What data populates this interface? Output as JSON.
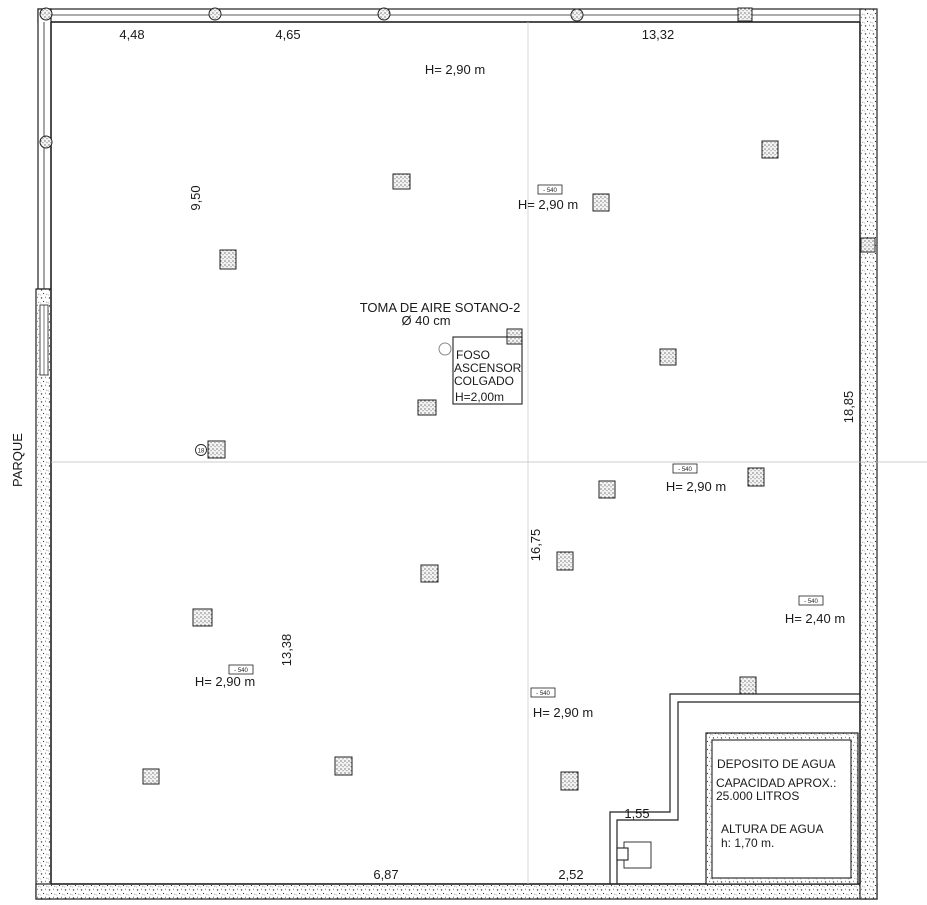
{
  "side_label": "PARQUE",
  "dimensions": {
    "top_1": "4,48",
    "top_2": "4,65",
    "top_3": "13,32",
    "left_vertical": "9,50",
    "right_vertical": "18,85",
    "center_vertical": "16,75",
    "lower_left_vertical": "13,38",
    "bottom_1": "6,87",
    "bottom_2": "2,52",
    "step": "1,55"
  },
  "heights": {
    "h1": "H=  2,90  m",
    "h2": "H=  2,90  m",
    "h3": "H=  2,90  m",
    "h4": "H=  2,40  m",
    "h5": "H=  2,90  m",
    "h6": "H=  2,90  m"
  },
  "tags": {
    "t1": "- 540",
    "t2": "- 540",
    "t3": "- 540",
    "t4": "- 540",
    "t5": "- 540"
  },
  "air_intake": {
    "line1": "TOMA  DE  AIRE  SOTANO-2",
    "line2": "Ø  40  cm"
  },
  "elevator": {
    "line1": "FOSO",
    "line2": "ASCENSOR",
    "line3": "COLGADO",
    "line4": "H=2,00m"
  },
  "column_tag": "18",
  "tank": {
    "line1": "DEPOSITO  DE  AGUA",
    "line2": "CAPACIDAD  APROX.:",
    "line3": "25.000  LITROS",
    "line4": "ALTURA  DE  AGUA",
    "line5": "h:  1,70  m."
  }
}
